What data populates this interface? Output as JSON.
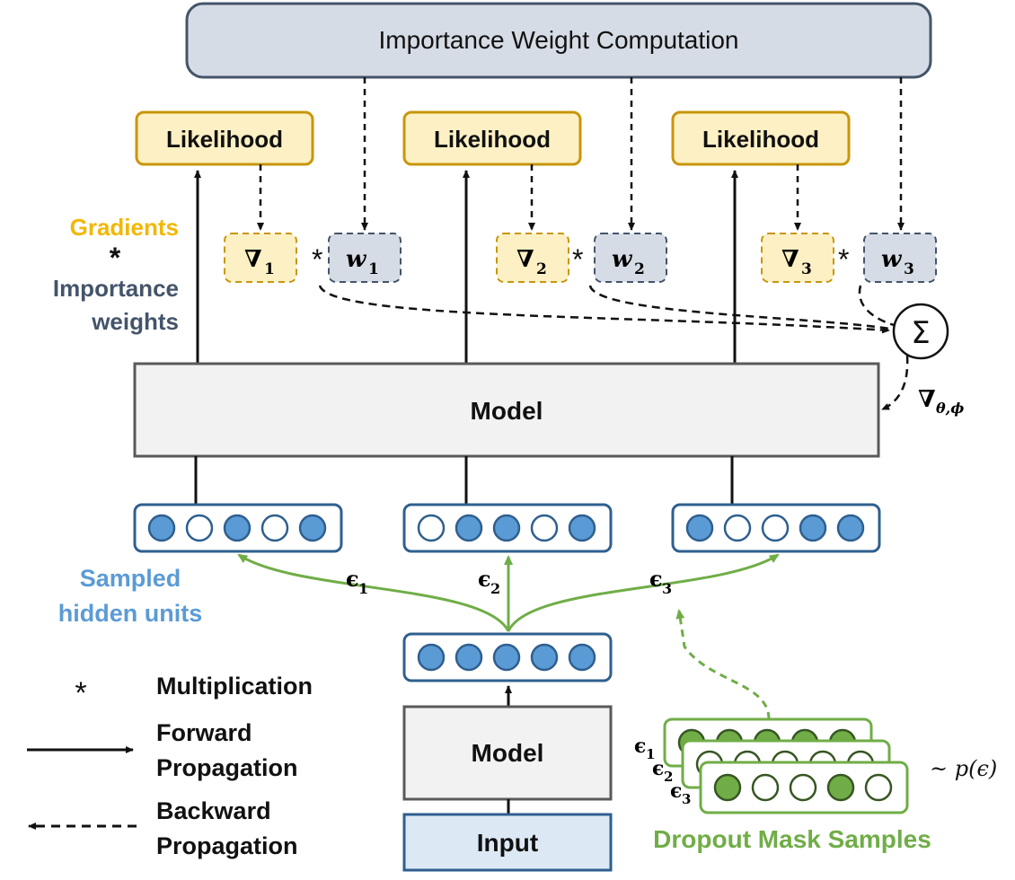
{
  "top_box": {
    "label": "Importance Weight Computation"
  },
  "likelihood_boxes": [
    {
      "label": "Likelihood"
    },
    {
      "label": "Likelihood"
    },
    {
      "label": "Likelihood"
    }
  ],
  "gradient_terms": [
    {
      "symbol": "∇",
      "sub": "1",
      "weight": "w",
      "weight_sub": "1"
    },
    {
      "symbol": "∇",
      "sub": "2",
      "weight": "w",
      "weight_sub": "2"
    },
    {
      "symbol": "∇",
      "sub": "3",
      "weight": "w",
      "weight_sub": "3"
    }
  ],
  "star": "*",
  "left_legend": {
    "gradients": "Gradients",
    "star": "*",
    "importance": "Importance",
    "weights": "weights"
  },
  "sum_symbol": "Σ",
  "grad_label": {
    "symbol": "∇",
    "sub": "θ,ϕ"
  },
  "model_top": {
    "label": "Model"
  },
  "model_bottom": {
    "label": "Model"
  },
  "input_box": {
    "label": "Input"
  },
  "sampled_hidden": {
    "line1": "Sampled",
    "line2": "hidden units"
  },
  "eps_labels": [
    {
      "symbol": "ϵ",
      "sub": "1"
    },
    {
      "symbol": "ϵ",
      "sub": "2"
    },
    {
      "symbol": "ϵ",
      "sub": "3"
    }
  ],
  "hidden_units": [
    [
      1,
      0,
      1,
      0,
      1
    ],
    [
      0,
      1,
      1,
      0,
      1
    ],
    [
      1,
      0,
      0,
      1,
      1
    ]
  ],
  "input_hidden": [
    1,
    1,
    1,
    1,
    1
  ],
  "masks": [
    [
      1,
      0,
      0,
      1,
      0
    ]
  ],
  "mask_eps": [
    {
      "symbol": "ϵ",
      "sub": "1"
    },
    {
      "symbol": "ϵ",
      "sub": "2"
    },
    {
      "symbol": "ϵ",
      "sub": "3"
    }
  ],
  "dist_label": "~ p(ϵ)",
  "dropout_title": "Dropout Mask Samples",
  "legend": {
    "mult_symbol": "*",
    "mult_label": "Multiplication",
    "forward_line1": "Forward",
    "forward_line2": "Propagation",
    "backward_line1": "Backward",
    "backward_line2": "Propagation"
  },
  "colors": {
    "gold": "#c8960c",
    "gold_fill": "#fdf0c4",
    "gold_text": "#f2b705",
    "slate": "#44546a",
    "slate_fill": "#d6dce5",
    "blue": "#2f5f8f",
    "blue_fill": "#5b9bd5",
    "light_blue_text": "#5b9bd5",
    "green": "#70ad47",
    "green_dark": "#375623",
    "green_fill": "#70ad47",
    "model_fill": "#f2f2f2",
    "input_fill": "#dce9f5"
  }
}
